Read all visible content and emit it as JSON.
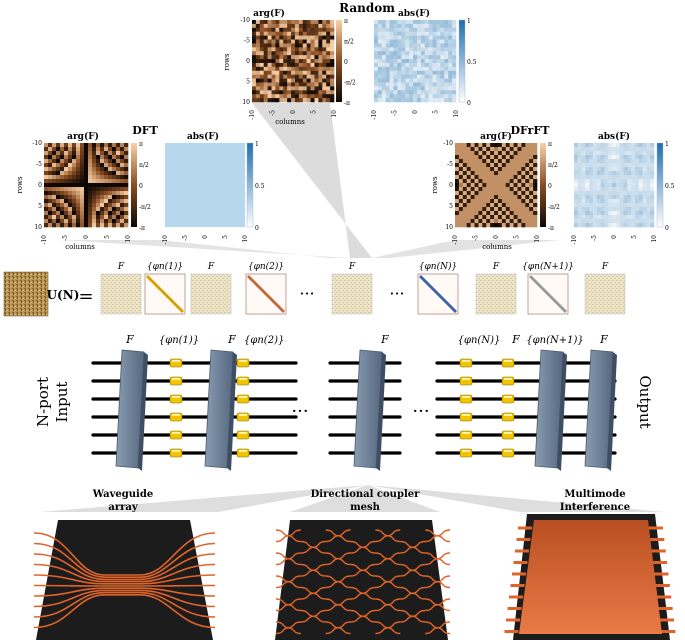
{
  "panels": {
    "random": {
      "title": "Random",
      "arg_title": "arg(F)",
      "abs_title": "abs(F)",
      "rows_label": "rows",
      "columns_label": "columns",
      "ticks": [
        "-10",
        "-5",
        "0",
        "5",
        "10"
      ],
      "arg_colorbar": [
        "π",
        "π/2",
        "0",
        "-π/2",
        "-π"
      ],
      "abs_colorbar": [
        "1",
        "0.5",
        "0"
      ]
    },
    "dft": {
      "title": "DFT",
      "arg_title": "arg(F)",
      "abs_title": "abs(F)",
      "rows_label": "rows",
      "columns_label": "columns",
      "ticks": [
        "-10",
        "-5",
        "0",
        "5",
        "10"
      ],
      "arg_colorbar": [
        "π",
        "π/2",
        "0",
        "-π/2",
        "-π"
      ],
      "abs_colorbar": [
        "1",
        "0.5",
        "0"
      ]
    },
    "dfrft": {
      "title": "DFrFT",
      "arg_title": "arg(F)",
      "abs_title": "abs(F)",
      "rows_label": "rows",
      "columns_label": "columns",
      "ticks": [
        "-10",
        "-5",
        "0",
        "5",
        "10"
      ],
      "arg_colorbar": [
        "π",
        "π/2",
        "0",
        "-π/2",
        "-π"
      ],
      "abs_colorbar": [
        "1",
        "0.5",
        "0"
      ]
    }
  },
  "decomposition": {
    "lhs": "U(N)",
    "equals": "=",
    "f_label": "F",
    "phase_labels": [
      "{φn(1)}",
      "{φn(2)}",
      "{φn(N)}",
      "{φn(N+1)}"
    ],
    "ellipsis": "···"
  },
  "circuit": {
    "f_label": "F",
    "phase_labels": [
      "{φn(1)}",
      "{φn(2)}",
      "{φn(N)}",
      "{φn(N+1)}"
    ],
    "ellipsis": "···",
    "input_label_line1": "N-port",
    "input_label_line2": "Input",
    "output_label": "Output"
  },
  "implementations": [
    {
      "line1": "Waveguide",
      "line2": "array"
    },
    {
      "line1": "Directional coupler",
      "line2": "mesh"
    },
    {
      "line1": "Multimode",
      "line2": "Interference"
    }
  ],
  "colors": {
    "phase_dark": "#1a0f08",
    "phase_light": "#f6c89a",
    "abs_light": "#cfe4f3",
    "abs_dark": "#2a7ab8",
    "waveguide": "#e0632a",
    "chip": "#1c1c1c",
    "coupler_block": "#6a7f99",
    "phase_shifter": "#f2c400",
    "fan": "#d4d4d4",
    "diag_1": "#d4a100",
    "diag_2": "#c8693a",
    "diag_N": "#3b63a8",
    "diag_N1": "#999999"
  }
}
